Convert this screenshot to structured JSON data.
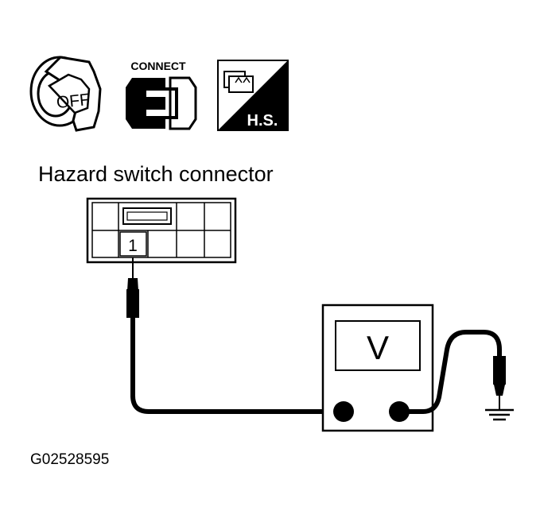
{
  "icons": {
    "ignition_label": "OFF",
    "connect_label": "CONNECT",
    "hs_label": "H.S."
  },
  "title": "Hazard switch connector",
  "connector": {
    "terminal_label": "1"
  },
  "meter": {
    "label": "V"
  },
  "figure_code": "G02528595"
}
